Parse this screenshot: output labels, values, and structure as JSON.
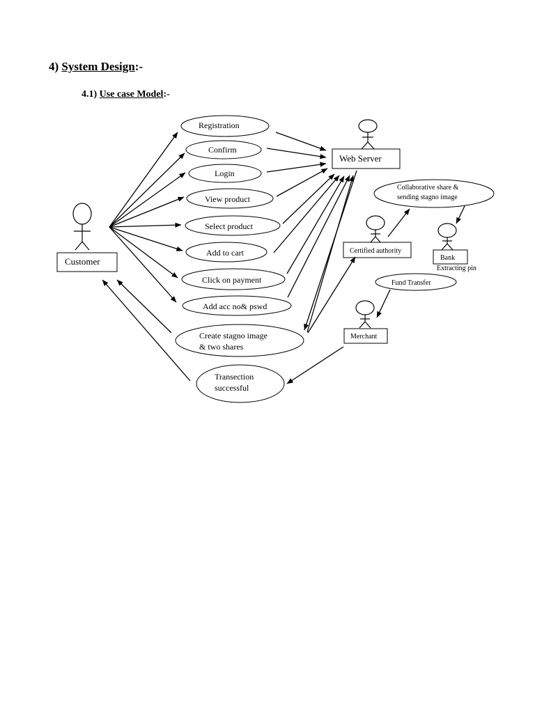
{
  "heading": {
    "number": "4)",
    "title": "System Design",
    "suffix": ":-"
  },
  "subheading": {
    "number": "4.1)",
    "title": "Use case Model",
    "suffix": ":-"
  },
  "actors": {
    "customer": "Customer",
    "web_server": "Web Server",
    "certified_authority": "Certified authority",
    "bank": "Bank",
    "merchant": "Merchant"
  },
  "use_cases": {
    "registration": [
      "Registration"
    ],
    "confirm": [
      "Confirm"
    ],
    "login": [
      "Login"
    ],
    "view_product": [
      "View product"
    ],
    "select_product": [
      "Select product"
    ],
    "add_to_cart": [
      "Add  to cart"
    ],
    "click_on_payment": [
      "Click on payment"
    ],
    "add_acc": [
      "Add acc no& pswd"
    ],
    "create_stagno": [
      "Create stagno image",
      "& two shares"
    ],
    "transection": [
      "Transection",
      "successful"
    ],
    "collaborative": [
      "Collaborative share &",
      "sending stagno image"
    ],
    "fund_transfer": [
      "Fund Transfer"
    ]
  },
  "labels": {
    "extracting_pin": "Extracting pin"
  }
}
